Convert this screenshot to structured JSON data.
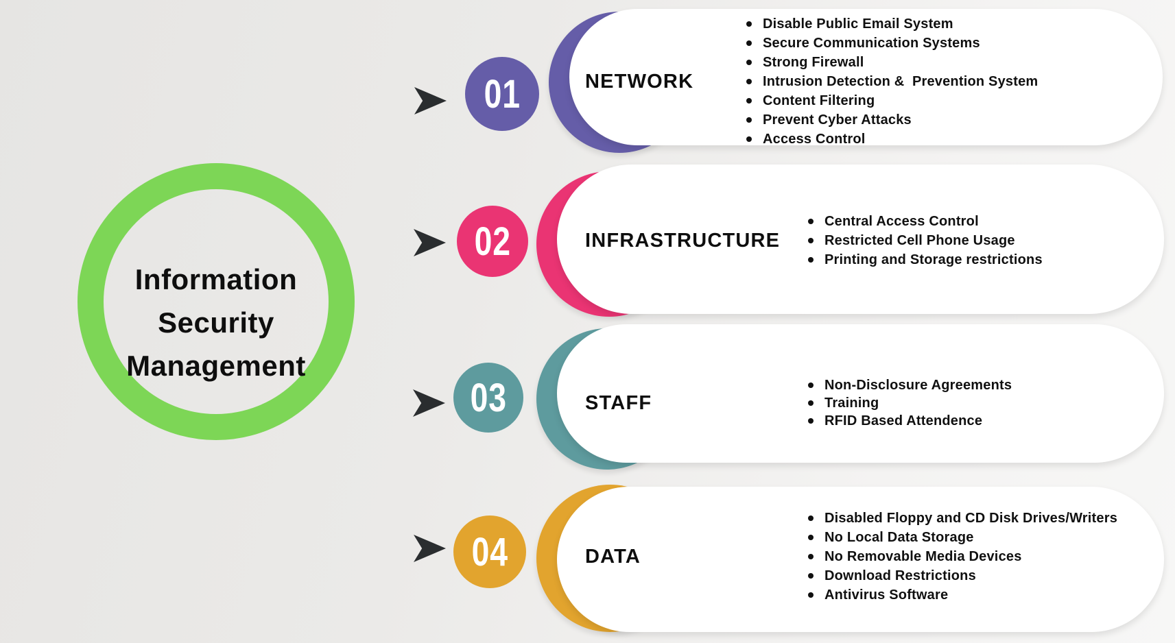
{
  "hub": {
    "lines": [
      "Information",
      "Security",
      "Management"
    ],
    "ring_color": "#7DD656"
  },
  "colors": {
    "arrow": "#2A2D2F",
    "card_background": "#FFFFFF",
    "text": "#101010",
    "background_gradient": [
      "#E6E5E3",
      "#F7F7F6"
    ]
  },
  "sections": [
    {
      "number": "01",
      "label": "NETWORK",
      "color": "#655DA8",
      "items": [
        "Disable Public Email System",
        "Secure Communication Systems",
        "Strong Firewall",
        "Intrusion Detection &  Prevention System",
        "Content Filtering",
        "Prevent Cyber Attacks",
        "Access Control"
      ]
    },
    {
      "number": "02",
      "label": "INFRASTRUCTURE",
      "color": "#EA3473",
      "items": [
        "Central Access Control",
        "Restricted Cell Phone Usage",
        "Printing and Storage restrictions"
      ]
    },
    {
      "number": "03",
      "label": "STAFF",
      "color": "#5E9B9E",
      "items": [
        "Non-Disclosure Agreements",
        "Training",
        "RFID Based Attendence"
      ]
    },
    {
      "number": "04",
      "label": "DATA",
      "color": "#E2A42E",
      "items": [
        "Disabled Floppy and CD Disk Drives/Writers",
        "No Local Data Storage",
        "No Removable Media Devices",
        "Download Restrictions",
        "Antivirus Software"
      ]
    }
  ]
}
